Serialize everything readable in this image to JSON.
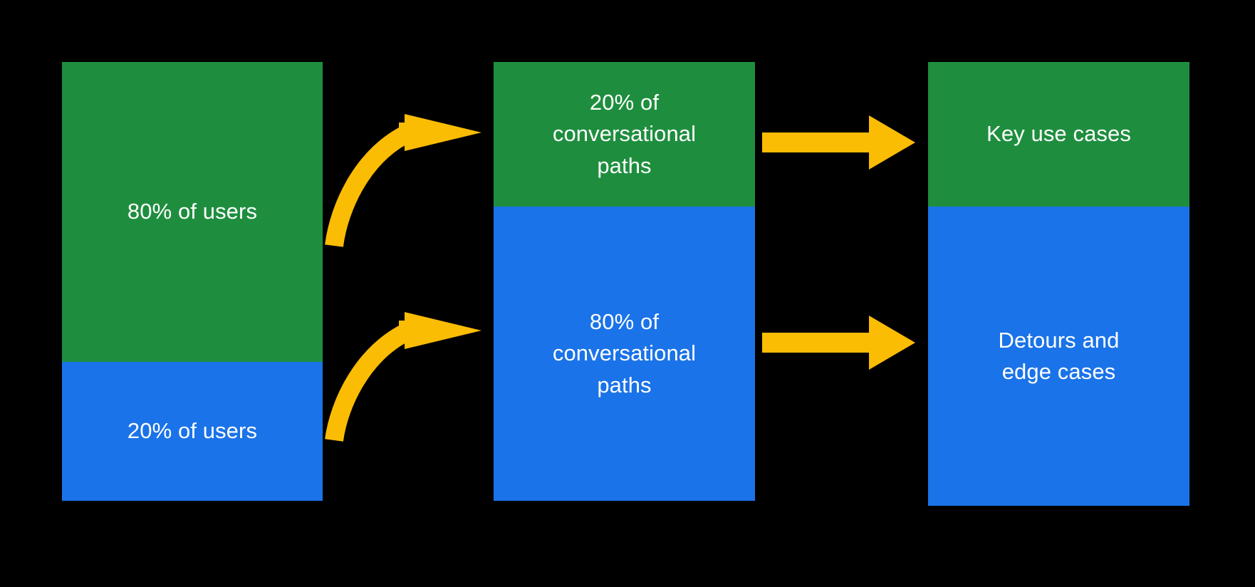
{
  "diagram": {
    "background_color": "#000000",
    "palette": {
      "green": "#1E8E3E",
      "blue": "#1A73E8",
      "yellow": "#FBBC04",
      "text": "#FFFFFF"
    },
    "columns": [
      {
        "id": "users",
        "name": "users-distribution-column",
        "segments": [
          {
            "label": "80% of users",
            "color": "green",
            "percent": 80
          },
          {
            "label": "20% of users",
            "color": "blue",
            "percent": 20
          }
        ]
      },
      {
        "id": "paths",
        "name": "conversational-paths-column",
        "segments": [
          {
            "label": "20% of\nconversational\npaths",
            "color": "green",
            "percent": 20
          },
          {
            "label": "80% of\nconversational\npaths",
            "color": "blue",
            "percent": 80
          }
        ]
      },
      {
        "id": "cases",
        "name": "use-cases-column",
        "segments": [
          {
            "label": "Key use cases",
            "color": "green",
            "percent": 20
          },
          {
            "label": "Detours and\nedge cases",
            "color": "blue",
            "percent": 80
          }
        ]
      }
    ],
    "arrows": [
      {
        "id": "curve-top",
        "style": "curved",
        "from": "20% of users",
        "to": "20% of conversational paths",
        "color": "#FBBC04"
      },
      {
        "id": "curve-bottom",
        "style": "curved",
        "from": "80% of users",
        "to": "80% of conversational paths",
        "color": "#FBBC04"
      },
      {
        "id": "straight-top",
        "style": "straight",
        "from": "20% of conversational paths",
        "to": "Key use cases",
        "color": "#FBBC04"
      },
      {
        "id": "straight-bot",
        "style": "straight",
        "from": "80% of conversational paths",
        "to": "Detours and edge cases",
        "color": "#FBBC04"
      }
    ]
  }
}
